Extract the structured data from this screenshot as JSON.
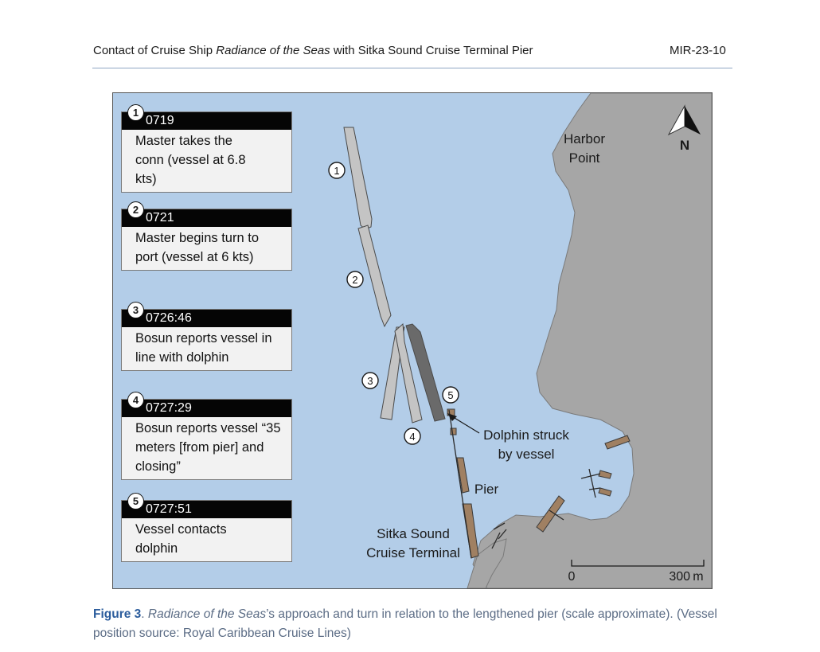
{
  "header": {
    "title_prefix": "Contact of Cruise Ship",
    "title_ship": "Radiance of the Seas",
    "title_suffix": " with Sitka Sound Cruise Terminal Pier",
    "report_id": "MIR-23-10"
  },
  "timeline": [
    {
      "num": "1",
      "time": "0719",
      "text": "Master takes the conn (vessel at 6.8 kts)"
    },
    {
      "num": "2",
      "time": "0721",
      "text": "Master begins turn to port (vessel at 6 kts)"
    },
    {
      "num": "3",
      "time": "0726:46",
      "text": "Bosun reports vessel in line with dolphin"
    },
    {
      "num": "4",
      "time": "0727:29",
      "text": "Bosun reports vessel “35 meters [from pier] and closing”"
    },
    {
      "num": "5",
      "time": "0727:51",
      "text": "Vessel contacts dolphin"
    }
  ],
  "map_labels": {
    "harbor_point": "Harbor Point",
    "north": "N",
    "dolphin": "Dolphin struck by vessel",
    "pier": "Pier",
    "terminal": "Sitka Sound Cruise Terminal",
    "scale_start": "0",
    "scale_end": "300 m"
  },
  "position_markers": [
    "1",
    "2",
    "3",
    "4",
    "5"
  ],
  "caption": {
    "label": "Figure 3",
    "ship": "Radiance of the Seas",
    "text": "’s approach and turn in relation to the lengthened pier (scale approximate). (Vessel position source: Royal Caribbean Cruise Lines)"
  },
  "colors": {
    "water": "#b3cde8",
    "land": "#a6a6a6",
    "vessel": "#c4c4c4",
    "vessel_final": "#6a6a6a",
    "pier": "#a08062",
    "caption_label": "#2b5c9c"
  }
}
